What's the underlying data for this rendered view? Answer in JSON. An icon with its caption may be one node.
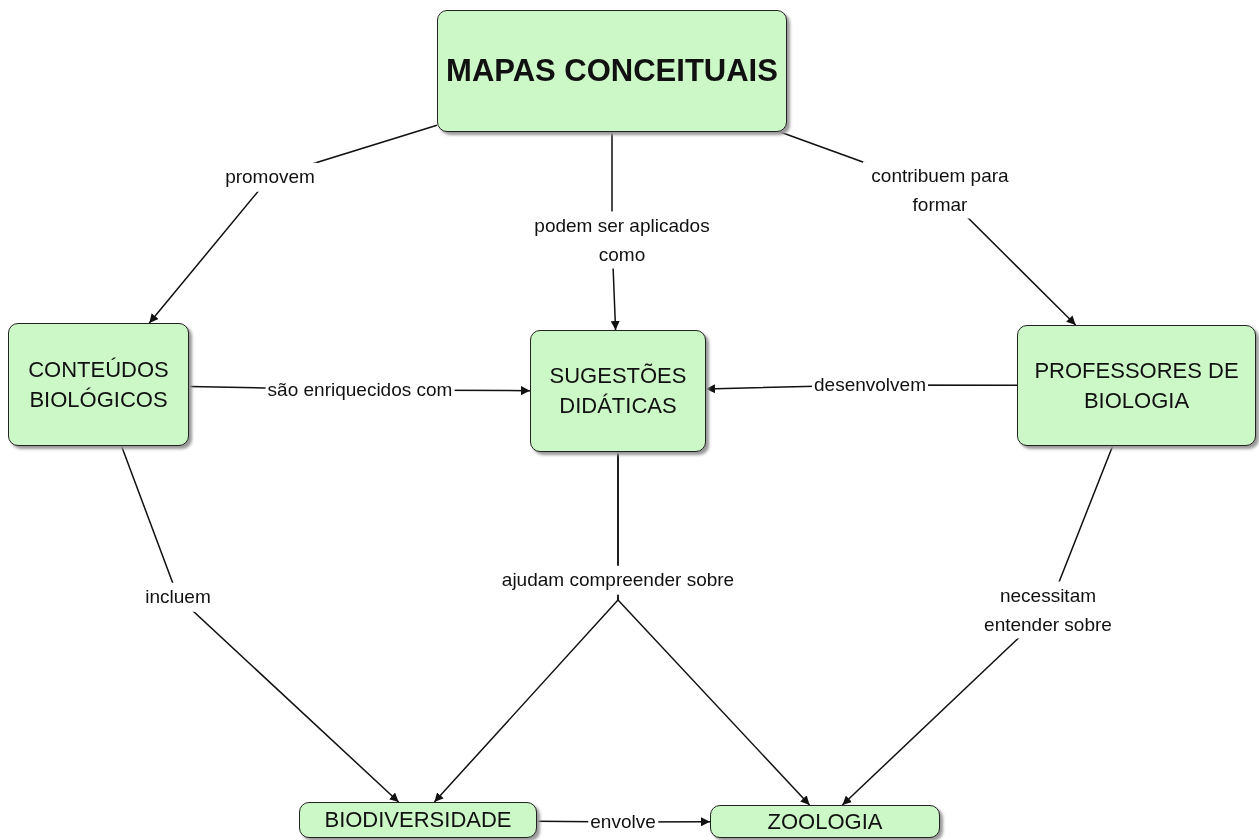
{
  "diagram": {
    "nodes": [
      {
        "text": [
          "MAPAS CONCEITUAIS"
        ]
      },
      {
        "text": [
          "CONTEÚDOS BIOLÓGICOS"
        ]
      },
      {
        "text": [
          "SUGESTÕES DIDÁTICAS"
        ]
      },
      {
        "text": [
          "PROFESSORES DE BIOLOGIA"
        ]
      },
      {
        "text": [
          "BIODIVERSIDADE"
        ]
      },
      {
        "text": [
          "ZOOLOGIA"
        ]
      }
    ],
    "edges": [
      {
        "from": 0,
        "to": 1,
        "arrow": "to",
        "label": "promovem"
      },
      {
        "from": 0,
        "to": 2,
        "arrow": "to",
        "label": "podem ser aplicados como"
      },
      {
        "from": 0,
        "to": 3,
        "arrow": "to",
        "label": "contribuem para formar"
      },
      {
        "from": 1,
        "to": 2,
        "arrow": "to",
        "label": "são enriquecidos com"
      },
      {
        "from": 3,
        "to": 2,
        "arrow": "to",
        "label": "desenvolvem"
      },
      {
        "from": 1,
        "to": 4,
        "arrow": "to",
        "label": "incluem"
      },
      {
        "from": 2,
        "to": 4,
        "arrow": "to",
        "label": "ajudam compreender sobre"
      },
      {
        "from": 2,
        "to": 5,
        "arrow": "to"
      },
      {
        "from": 3,
        "to": 5,
        "arrow": "to",
        "label": "necessitam entender sobre"
      },
      {
        "from": 4,
        "to": 5,
        "arrow": "to",
        "label": "envolve"
      }
    ]
  }
}
